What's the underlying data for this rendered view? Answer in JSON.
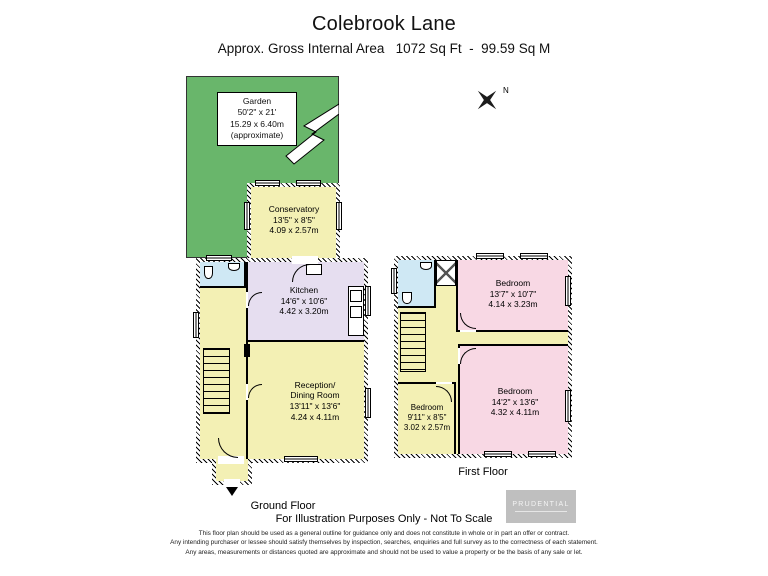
{
  "header": {
    "title": "Colebrook Lane",
    "subtitle": "Approx. Gross Internal Area   1072 Sq Ft  -  99.59 Sq M"
  },
  "compass": {
    "label": "N"
  },
  "rooms": {
    "garden": {
      "name": "Garden",
      "imperial": "50'2\" x 21'",
      "metric": "15.29 x 6.40m",
      "note": "(approximate)"
    },
    "conservatory": {
      "name": "Conservatory",
      "imperial": "13'5\" x 8'5\"",
      "metric": "4.09 x 2.57m"
    },
    "kitchen": {
      "name": "Kitchen",
      "imperial": "14'6\" x 10'6\"",
      "metric": "4.42 x 3.20m"
    },
    "reception": {
      "name_line1": "Reception/",
      "name_line2": "Dining Room",
      "imperial": "13'11\" x 13'6\"",
      "metric": "4.24 x 4.11m"
    },
    "bedroom1": {
      "name": "Bedroom",
      "imperial": "13'7\" x 10'7\"",
      "metric": "4.14 x 3.23m"
    },
    "bedroom2": {
      "name": "Bedroom",
      "imperial": "14'2\" x 13'6\"",
      "metric": "4.32 x 4.11m"
    },
    "bedroom3": {
      "name": "Bedroom",
      "imperial": "9'11\" x 8'5\"",
      "metric": "3.02 x 2.57m"
    }
  },
  "floors": {
    "ground": "Ground Floor",
    "first": "First Floor"
  },
  "footer": {
    "illustration_note": "For Illustration Purposes Only - Not To Scale",
    "disclaimer": [
      "This floor plan should be used as a general outline for guidance only and does not constitute in whole or in part an offer or contract.",
      "Any intending purchaser or lessee should satisfy themselves by inspection, searches, enquiries and full survey as to the correctness of each statement.",
      "Any areas, measurements or distances quoted are approximate and should not be used to value a property or be the basis of any sale or let."
    ]
  },
  "brand": {
    "name": "PRUDENTIAL"
  },
  "colors": {
    "garden_green": "#69b66b",
    "room_yellow": "#f3f0b4",
    "kitchen_lavender": "#e6def0",
    "bathroom_blue": "#cfe8f4",
    "bedroom_pink": "#f8d8e4"
  }
}
